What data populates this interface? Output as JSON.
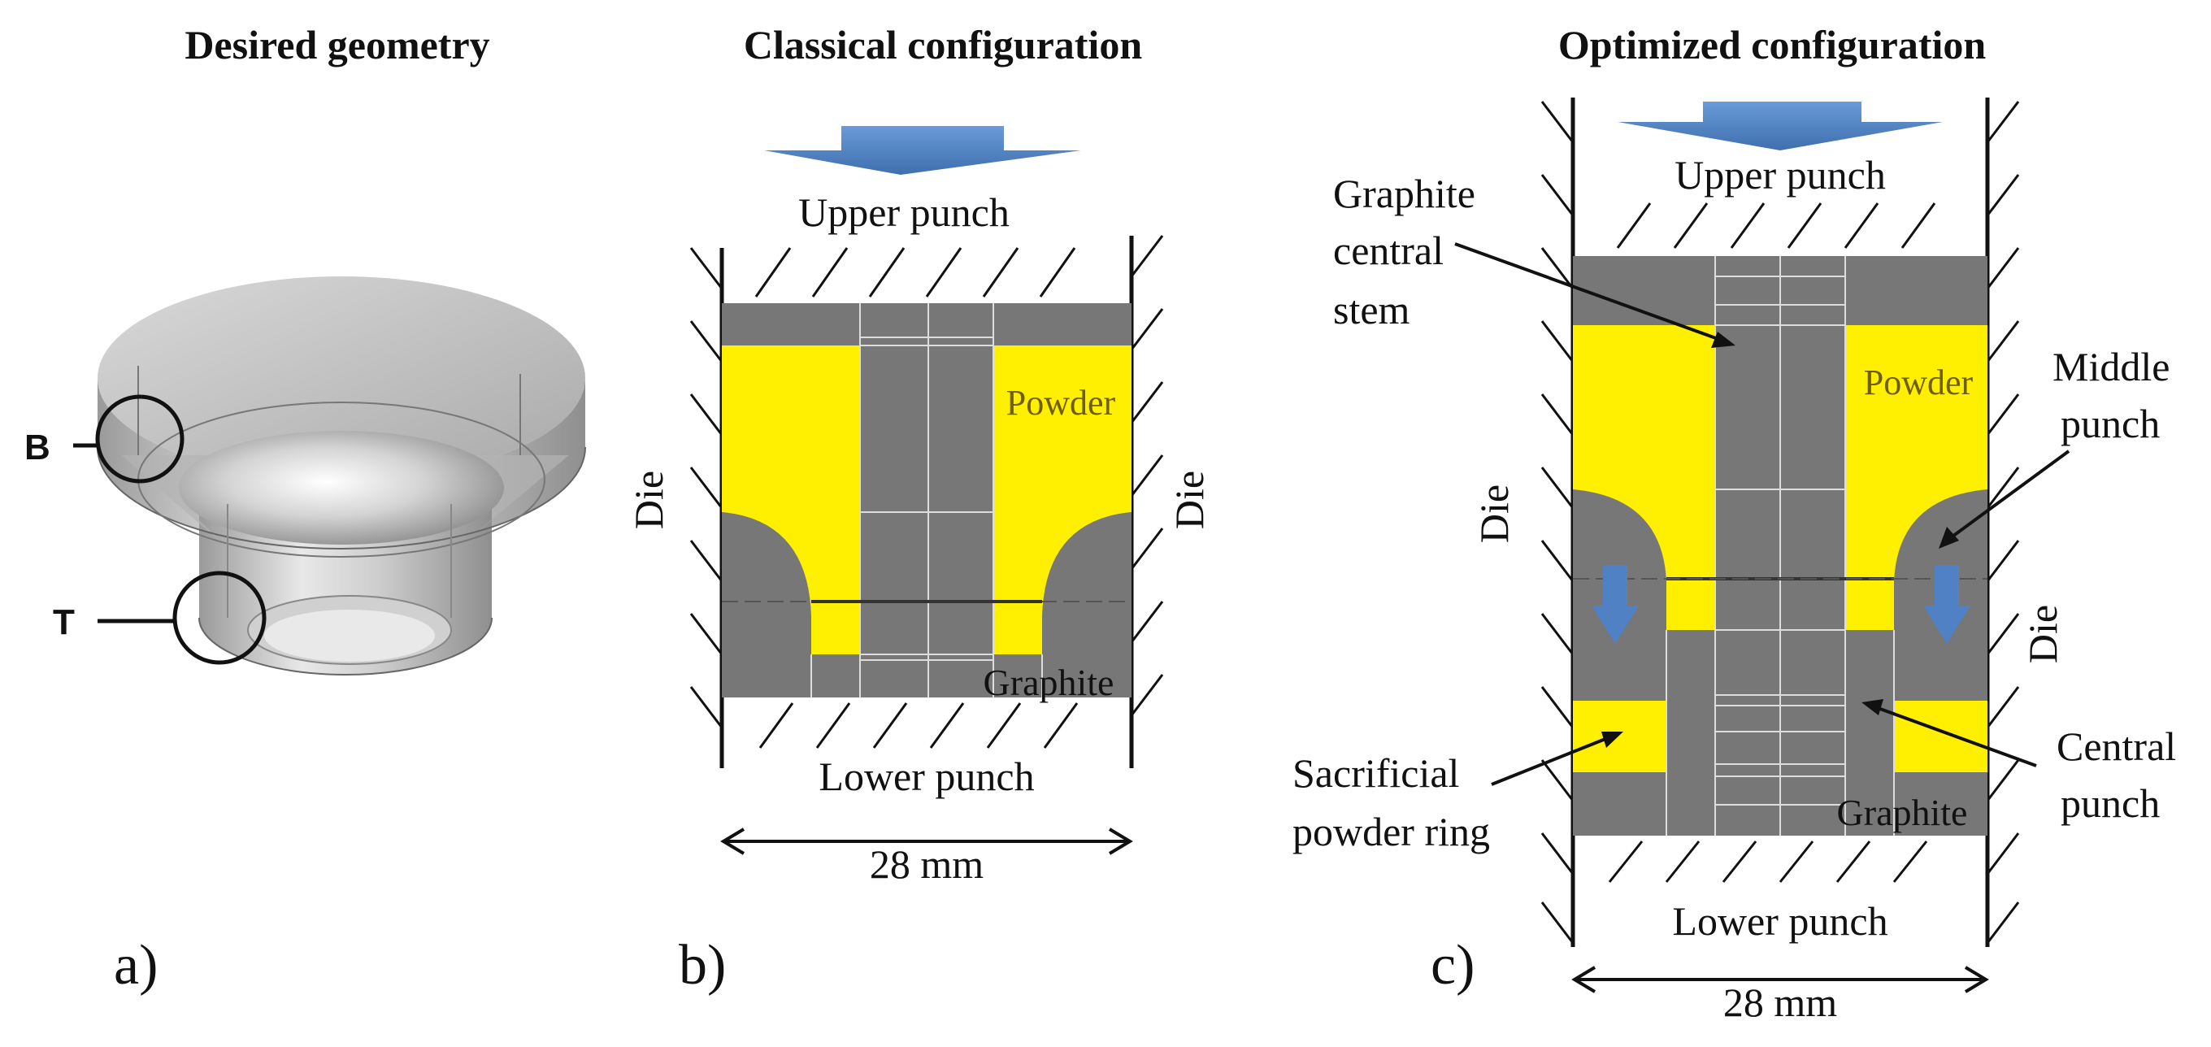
{
  "titles": {
    "a": "Desired geometry",
    "b": "Classical configuration",
    "c": "Optimized configuration"
  },
  "panel_a": {
    "panel_label": "a)",
    "marker_b": "B",
    "marker_t": "T"
  },
  "panel_b": {
    "panel_label": "b)",
    "upper_punch": "Upper punch",
    "lower_punch": "Lower punch",
    "die_left": "Die",
    "die_right": "Die",
    "powder": "Powder",
    "graphite": "Graphite",
    "dimension": "28 mm"
  },
  "panel_c": {
    "panel_label": "c)",
    "upper_punch": "Upper punch",
    "lower_punch": "Lower punch",
    "die_left": "Die",
    "die_right": "Die",
    "powder": "Powder",
    "graphite": "Graphite",
    "dimension": "28 mm",
    "stem_line1": "Graphite",
    "stem_line2": "central",
    "stem_line3": "stem",
    "middle_line1": "Middle",
    "middle_line2": "punch",
    "ring_line1": "Sacrificial",
    "ring_line2": "powder ring",
    "central_line1": "Central",
    "central_line2": "punch"
  },
  "colors": {
    "powder": "#ffef00",
    "graphite": "#777777",
    "arrow": "#4f81c4",
    "part": "#bdbdbd"
  }
}
